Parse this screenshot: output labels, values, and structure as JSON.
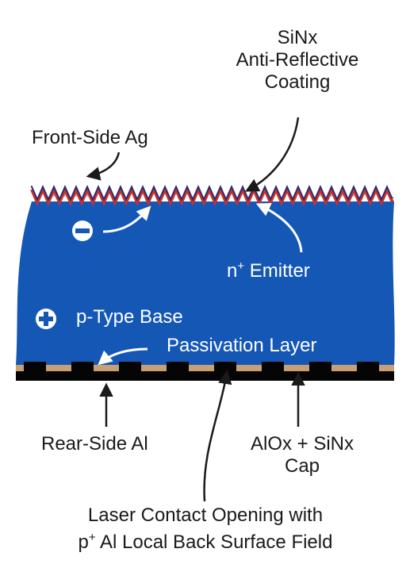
{
  "labels": {
    "arc_line1": "SiNx",
    "arc_line2": "Anti-Reflective",
    "arc_line3": "Coating",
    "front_ag": "Front-Side Ag",
    "emitter_base": "n",
    "emitter_sup": "+",
    "emitter_rest": " Emitter",
    "base": "p-Type Base",
    "passivation": "Passivation Layer",
    "rear_al": "Rear-Side Al",
    "cap_line1": "AlOx + SiNx",
    "cap_line2": "Cap",
    "laser_line1": "Laser Contact Opening with",
    "laser_line2_base": "p",
    "laser_line2_sup": "+",
    "laser_line2_rest": " Al Local Back Surface Field"
  },
  "symbols": {
    "electron": "−",
    "hole": "+"
  },
  "colors": {
    "silicon_blue": "#1557b5",
    "emitter_red": "#c8312c",
    "arc_purple": "#2a2a6e",
    "silver": "#c9c9c9",
    "aluminum_black": "#050505",
    "passivation_tan": "#c9a074"
  }
}
